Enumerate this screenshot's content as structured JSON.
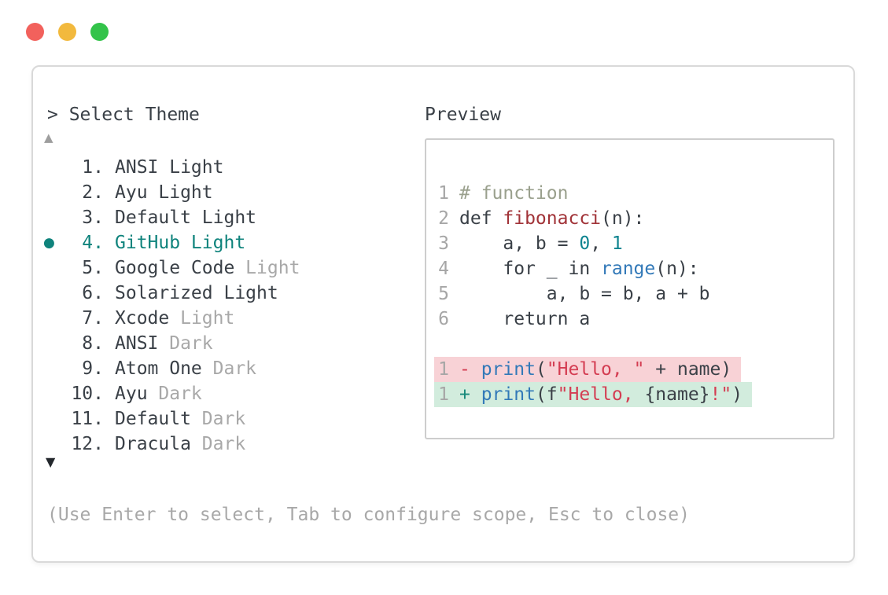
{
  "window": {
    "controls": [
      {
        "name": "close",
        "color": "#f2615c"
      },
      {
        "name": "minimize",
        "color": "#f2b93d"
      },
      {
        "name": "zoom",
        "color": "#33c34a"
      }
    ]
  },
  "header": {
    "title": "> Select Theme",
    "preview_label": "Preview"
  },
  "theme_list": {
    "scroll_up": "▲",
    "scroll_down": "▼",
    "bullet": "●",
    "items": [
      {
        "number": "1.",
        "name": "ANSI Light",
        "variant": "",
        "selected": false
      },
      {
        "number": "2.",
        "name": "Ayu Light",
        "variant": "",
        "selected": false
      },
      {
        "number": "3.",
        "name": "Default Light",
        "variant": "",
        "selected": false
      },
      {
        "number": "4.",
        "name": "GitHub Light",
        "variant": "",
        "selected": true
      },
      {
        "number": "5.",
        "name": "Google Code",
        "variant": "Light",
        "selected": false
      },
      {
        "number": "6.",
        "name": "Solarized Light",
        "variant": "",
        "selected": false
      },
      {
        "number": "7.",
        "name": "Xcode",
        "variant": "Light",
        "selected": false
      },
      {
        "number": "8.",
        "name": "ANSI",
        "variant": "Dark",
        "selected": false
      },
      {
        "number": "9.",
        "name": "Atom One",
        "variant": "Dark",
        "selected": false
      },
      {
        "number": "10.",
        "name": "Ayu",
        "variant": "Dark",
        "selected": false
      },
      {
        "number": "11.",
        "name": "Default",
        "variant": "Dark",
        "selected": false
      },
      {
        "number": "12.",
        "name": "Dracula",
        "variant": "Dark",
        "selected": false
      }
    ]
  },
  "preview": {
    "code_lines": [
      {
        "no": "1",
        "bg": "",
        "segments": [
          {
            "text": "# function",
            "color": "comment"
          }
        ]
      },
      {
        "no": "2",
        "bg": "",
        "segments": [
          {
            "text": "def ",
            "color": "main"
          },
          {
            "text": "fibonacci",
            "color": "func"
          },
          {
            "text": "(n):",
            "color": "main"
          }
        ]
      },
      {
        "no": "3",
        "bg": "",
        "segments": [
          {
            "text": "    a, b = ",
            "color": "main"
          },
          {
            "text": "0",
            "color": "number"
          },
          {
            "text": ", ",
            "color": "main"
          },
          {
            "text": "1",
            "color": "number"
          }
        ]
      },
      {
        "no": "4",
        "bg": "",
        "segments": [
          {
            "text": "    for _ in ",
            "color": "main"
          },
          {
            "text": "range",
            "color": "builtin"
          },
          {
            "text": "(n):",
            "color": "main"
          }
        ]
      },
      {
        "no": "5",
        "bg": "",
        "segments": [
          {
            "text": "        a, b = b, a + b",
            "color": "main"
          }
        ]
      },
      {
        "no": "6",
        "bg": "",
        "segments": [
          {
            "text": "    return a",
            "color": "main"
          }
        ]
      },
      {
        "no": "",
        "bg": "",
        "segments": []
      },
      {
        "no": "1",
        "bg": "deletion",
        "segments": [
          {
            "text": "- ",
            "color": "del"
          },
          {
            "text": "print",
            "color": "builtin"
          },
          {
            "text": "(",
            "color": "main"
          },
          {
            "text": "\"Hello, \"",
            "color": "string"
          },
          {
            "text": " + name)",
            "color": "main"
          }
        ]
      },
      {
        "no": "1",
        "bg": "insertion",
        "segments": [
          {
            "text": "+ ",
            "color": "ins"
          },
          {
            "text": "print",
            "color": "builtin"
          },
          {
            "text": "(f",
            "color": "main"
          },
          {
            "text": "\"Hello, ",
            "color": "string"
          },
          {
            "text": "{name}",
            "color": "main"
          },
          {
            "text": "!\"",
            "color": "string"
          },
          {
            "text": ")",
            "color": "main"
          }
        ]
      }
    ]
  },
  "footer": {
    "hint": "(Use Enter to select, Tab to configure scope, Esc to close)"
  },
  "colors": {
    "text": "#3a4047",
    "muted": "#a8a8a8",
    "accent": "#0f837c",
    "window_border": "#d9d9d9",
    "preview_border": "#cdcdcd",
    "scroll_up_gray": "#9e9e9e",
    "scroll_down_dark": "#23272c",
    "syntax": {
      "main": "#3a4047",
      "comment": "#9aa08d",
      "func": "#a13338",
      "number": "#0e8490",
      "builtin": "#3279b8",
      "string": "#d43d52",
      "del": "#d43d52",
      "ins": "#17897a",
      "lineno": "#a6a6a6"
    },
    "diff": {
      "deletion": "#f8d2d6",
      "insertion": "#d2ecdd"
    }
  }
}
